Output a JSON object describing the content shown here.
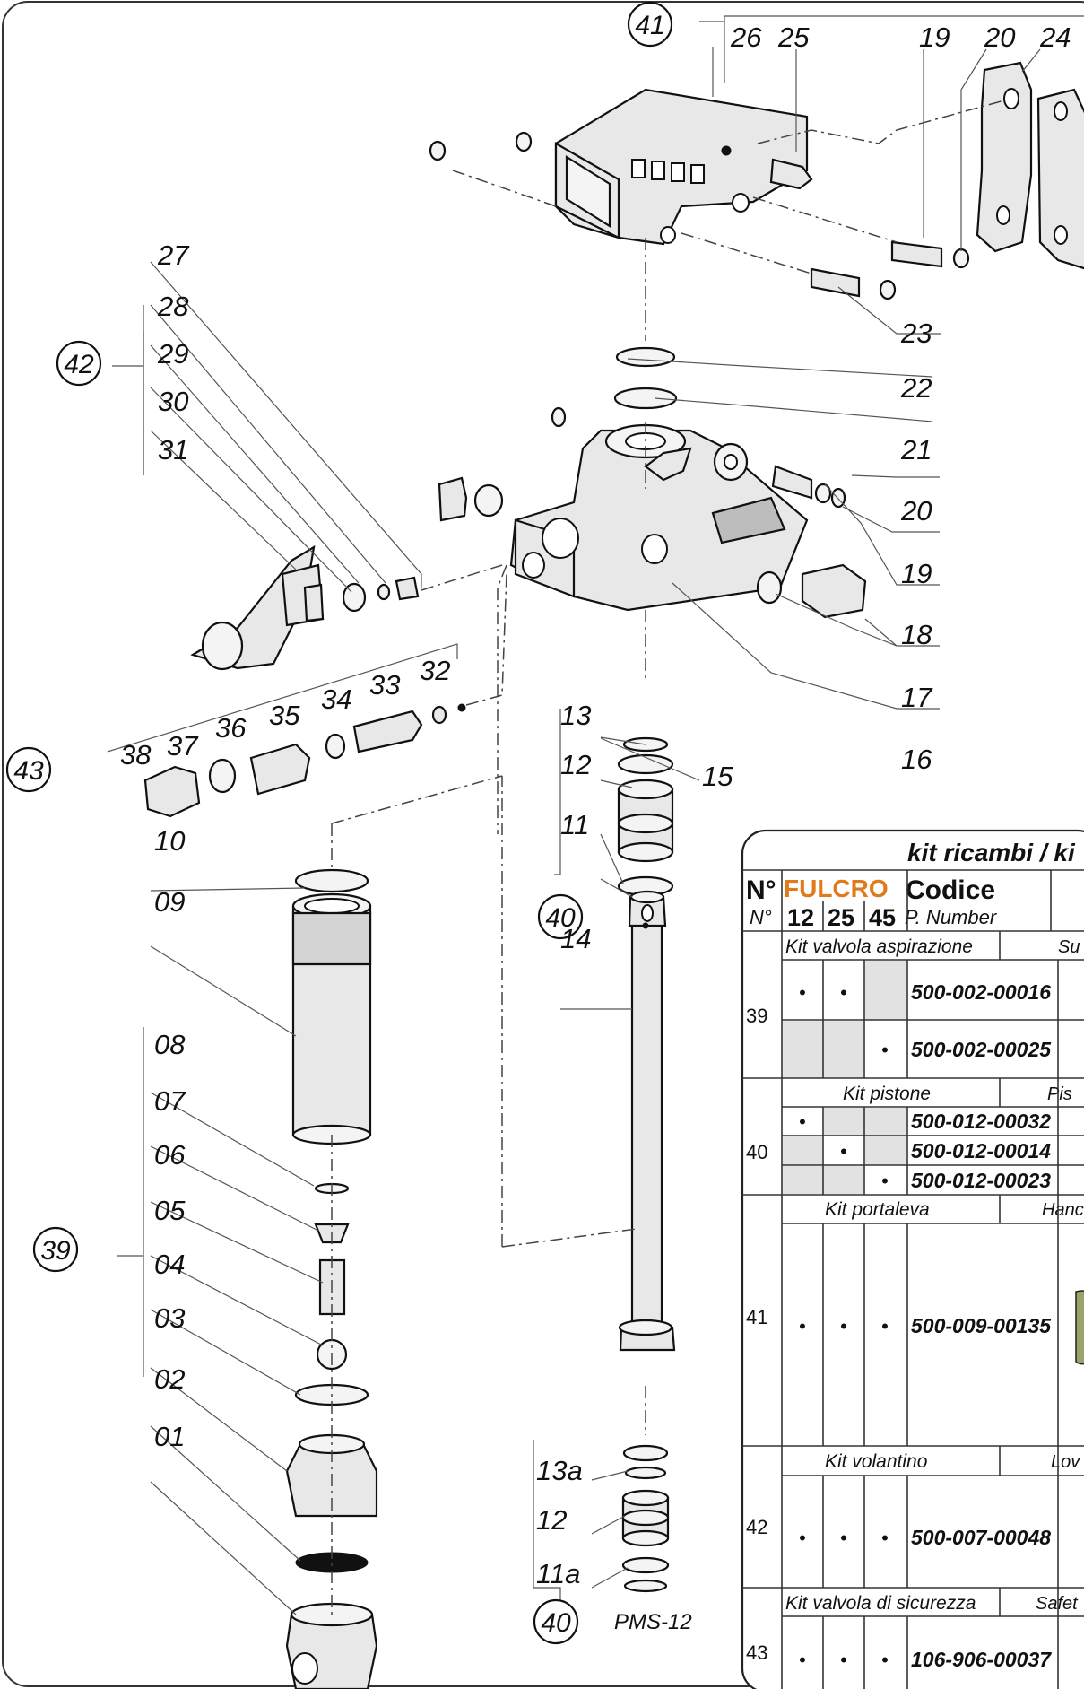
{
  "callouts": {
    "c41": "41",
    "c42": "42",
    "c43": "43",
    "c39": "39",
    "c40a": "40",
    "c40b": "40",
    "pms": "PMS-12"
  },
  "parts": {
    "p26": "26",
    "p25": "25",
    "p19a": "19",
    "p20a": "20",
    "p24": "24",
    "p23": "23",
    "p22": "22",
    "p21": "21",
    "p20b": "20",
    "p19b": "19",
    "p18": "18",
    "p17": "17",
    "p16": "16",
    "p15": "15",
    "p27": "27",
    "p28": "28",
    "p29": "29",
    "p30": "30",
    "p31": "31",
    "p32": "32",
    "p33": "33",
    "p34": "34",
    "p35": "35",
    "p36": "36",
    "p37": "37",
    "p38": "38",
    "p13": "13",
    "p12": "12",
    "p11": "11",
    "p14": "14",
    "p10": "10",
    "p09": "09",
    "p08": "08",
    "p07": "07",
    "p06": "06",
    "p05": "05",
    "p04": "04",
    "p03": "03",
    "p02": "02",
    "p01": "01",
    "p13a": "13a",
    "p12b": "12",
    "p11a": "11a"
  },
  "table": {
    "title": "kit ricambi / ki",
    "header": {
      "n": "N°",
      "n_sub": "N°",
      "brand": "FULCRO",
      "m12": "12",
      "m25": "25",
      "m45": "45",
      "codice": "Codice",
      "pnumber": "P. Number"
    },
    "bullet": "•",
    "rows": [
      {
        "num": "39",
        "name": "Kit valvola aspirazione",
        "name_en": "Su",
        "codes": [
          "500-002-00016",
          "500-002-00025"
        ]
      },
      {
        "num": "40",
        "name": "Kit pistone",
        "name_en": "Pis",
        "codes": [
          "500-012-00032",
          "500-012-00014",
          "500-012-00023"
        ]
      },
      {
        "num": "41",
        "name": "Kit portaleva",
        "name_en": "Hanc",
        "codes": [
          "500-009-00135"
        ]
      },
      {
        "num": "42",
        "name": "Kit volantino",
        "name_en": "Lov",
        "codes": [
          "500-007-00048"
        ]
      },
      {
        "num": "43",
        "name": "Kit valvola di sicurezza",
        "name_en": "Safet",
        "codes": [
          "106-906-00037"
        ]
      }
    ]
  }
}
